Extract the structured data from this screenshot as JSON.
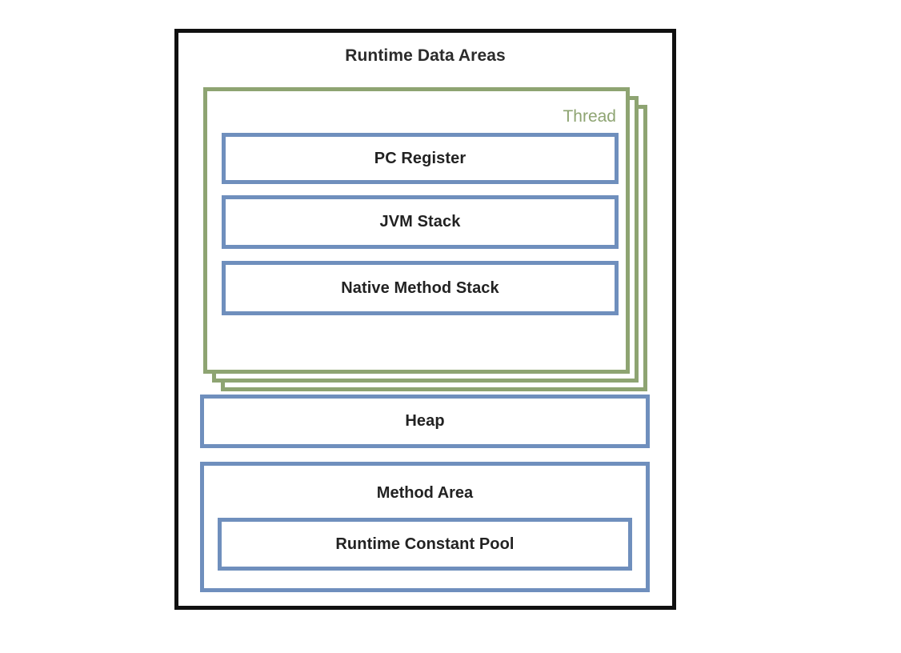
{
  "diagram": {
    "title": "Runtime Data Areas",
    "colors": {
      "frame": "#101010",
      "thread_green": "#8ea472",
      "box_blue": "#6f8fbd",
      "text": "#222222",
      "background": "#ffffff"
    },
    "thread": {
      "label": "Thread",
      "stack_count": 3,
      "boxes": [
        {
          "label": "PC Register"
        },
        {
          "label": "JVM Stack"
        },
        {
          "label": "Native Method Stack"
        }
      ]
    },
    "shared": {
      "heap": {
        "label": "Heap"
      },
      "method_area": {
        "label": "Method Area",
        "inner": {
          "label": "Runtime Constant Pool"
        }
      }
    }
  }
}
